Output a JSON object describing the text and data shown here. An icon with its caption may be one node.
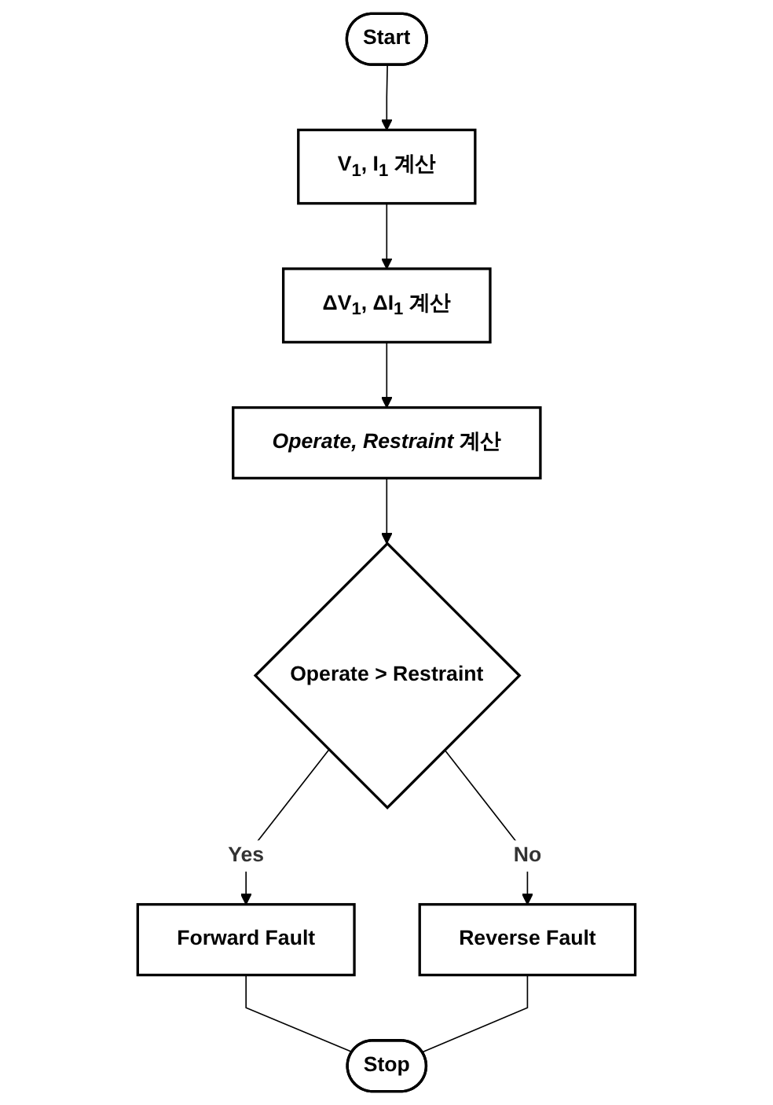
{
  "diagram": {
    "nodes": [
      {
        "text": [
          "Start"
        ]
      },
      {
        "text": [
          "V$_{1}$, I$_{1}$ 계산"
        ]
      },
      {
        "text": [
          "ΔV$_{1}$, ΔI$_{1}$ 계산"
        ]
      },
      {
        "text": [
          "*Operate, Restraint* 계산"
        ]
      },
      {
        "text": [
          "Operate > Restraint"
        ]
      },
      {
        "text": [
          "Forward Fault"
        ]
      },
      {
        "text": [
          "Reverse Fault"
        ]
      },
      {
        "text": [
          "Stop"
        ]
      }
    ],
    "edges": [
      {
        "from": 0,
        "to": 1,
        "arrow": "to"
      },
      {
        "from": 1,
        "to": 2,
        "arrow": "to"
      },
      {
        "from": 2,
        "to": 3,
        "arrow": "to"
      },
      {
        "from": 3,
        "to": 4,
        "arrow": "to"
      },
      {
        "from": 4,
        "to": 5,
        "arrow": "to",
        "label": "Yes"
      },
      {
        "from": 4,
        "to": 6,
        "arrow": "to",
        "label": "No"
      },
      {
        "from": 5,
        "to": 7,
        "arrow": "none"
      },
      {
        "from": 6,
        "to": 7,
        "arrow": "none"
      }
    ]
  }
}
